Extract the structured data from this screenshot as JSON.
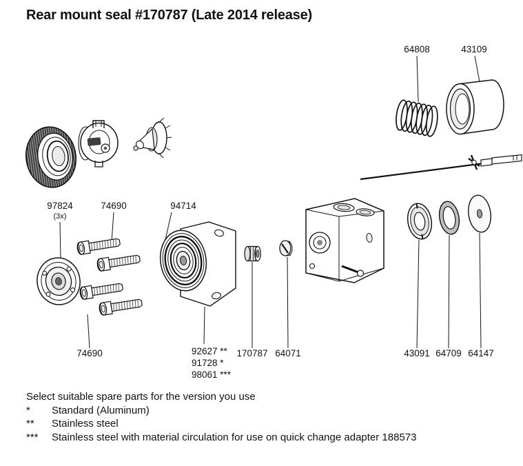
{
  "title": "Rear mount seal #170787 (Late 2014 release)",
  "diagram": {
    "labels": {
      "spring": "64808",
      "retaining_nut": "43109",
      "flange": "97824",
      "flange_qty": "(3x)",
      "screws_top": "74690",
      "seal_stack": "94714",
      "screws_bottom": "74690",
      "housing_stainless": "92627 **",
      "housing_standard": "91728 *",
      "housing_circulation": "98061 ***",
      "rear_seal": "170787",
      "set_screw": "64071",
      "ring_nut": "43091",
      "seal_ring": "64709",
      "washer": "64147"
    }
  },
  "footer": {
    "intro": "Select suitable spare parts for the version you use",
    "notes": [
      {
        "symbol": "*",
        "text": "Standard (Aluminum)"
      },
      {
        "symbol": "**",
        "text": "Stainless steel"
      },
      {
        "symbol": "***",
        "text": "Stainless steel with material circulation for use on quick change adapter 188573"
      }
    ]
  }
}
